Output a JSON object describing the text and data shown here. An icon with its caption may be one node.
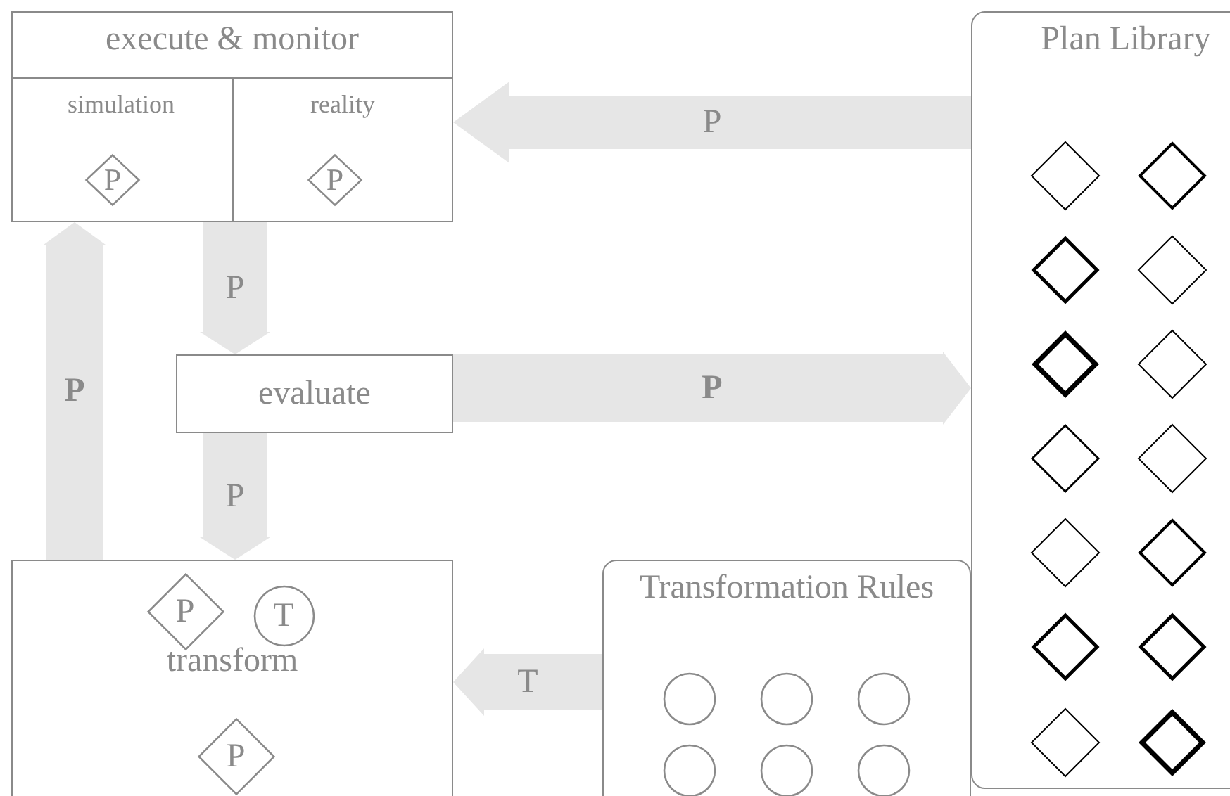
{
  "diagram": {
    "nodes": [
      {
        "text": [
          "execute & monitor"
        ]
      },
      {
        "text": [
          "simulation"
        ],
        "in": 0
      },
      {
        "text": [
          "P"
        ],
        "in": 1
      },
      {
        "text": [
          "reality"
        ],
        "in": 0
      },
      {
        "text": [
          "P"
        ],
        "in": 3
      },
      {
        "text": [
          "evaluate"
        ]
      },
      {
        "text": [
          "transform"
        ]
      },
      {
        "text": [
          "P"
        ],
        "in": 6
      },
      {
        "text": [
          "T"
        ],
        "in": 6
      },
      {
        "text": [
          "P"
        ],
        "in": 6
      },
      {
        "text": [
          "Transformation Rules"
        ]
      },
      {
        "text": [],
        "shape": "circle",
        "in": 10
      },
      {
        "text": [],
        "shape": "circle",
        "in": 10
      },
      {
        "text": [],
        "shape": "circle",
        "in": 10
      },
      {
        "text": [],
        "shape": "circle",
        "in": 10
      },
      {
        "text": [],
        "shape": "circle",
        "in": 10
      },
      {
        "text": [],
        "shape": "circle",
        "in": 10
      },
      {
        "text": [
          "Plan Library"
        ]
      },
      {
        "text": [],
        "shape": "diamond",
        "in": 17
      },
      {
        "text": [],
        "shape": "diamond",
        "in": 17
      },
      {
        "text": [],
        "shape": "diamond",
        "in": 17
      },
      {
        "text": [],
        "shape": "diamond",
        "in": 17
      },
      {
        "text": [],
        "shape": "diamond",
        "in": 17
      },
      {
        "text": [],
        "shape": "diamond",
        "in": 17
      },
      {
        "text": [],
        "shape": "diamond",
        "in": 17
      },
      {
        "text": [],
        "shape": "diamond",
        "in": 17
      },
      {
        "text": [],
        "shape": "diamond",
        "in": 17
      },
      {
        "text": [],
        "shape": "diamond",
        "in": 17
      },
      {
        "text": [],
        "shape": "diamond",
        "in": 17
      },
      {
        "text": [],
        "shape": "diamond",
        "in": 17
      },
      {
        "text": [],
        "shape": "diamond",
        "in": 17
      },
      {
        "text": [],
        "shape": "diamond",
        "in": 17
      }
    ],
    "edges": [
      {
        "from": 17,
        "to": 0,
        "arrow": "to",
        "label": "P"
      },
      {
        "from": 0,
        "to": 5,
        "arrow": "to",
        "label": "P"
      },
      {
        "from": 5,
        "to": 17,
        "arrow": "to",
        "label": "P"
      },
      {
        "from": 5,
        "to": 6,
        "arrow": "to",
        "label": "P"
      },
      {
        "from": 6,
        "to": 0,
        "arrow": "to",
        "label": "P"
      },
      {
        "from": 10,
        "to": 6,
        "arrow": "to",
        "label": "T"
      }
    ]
  }
}
